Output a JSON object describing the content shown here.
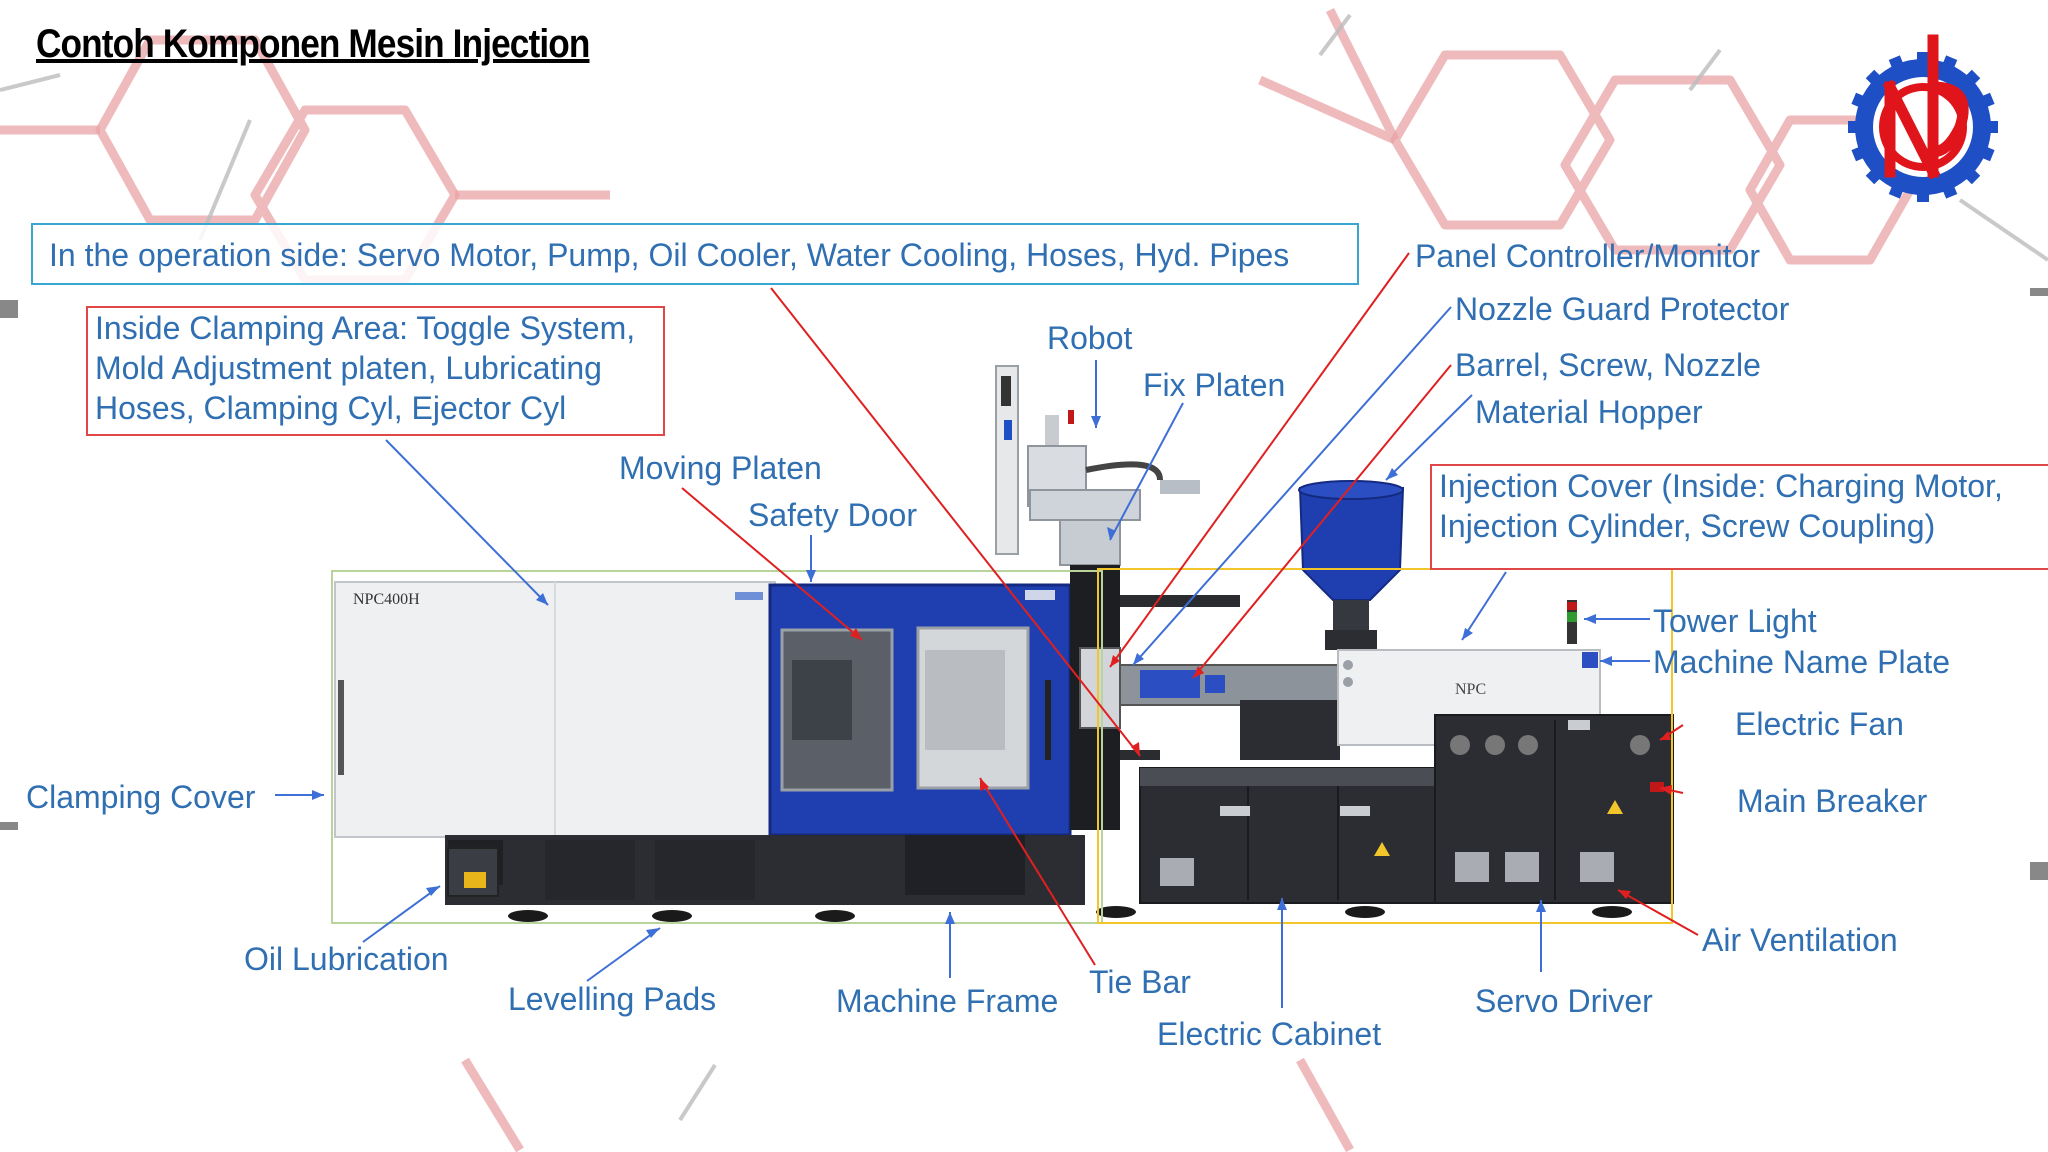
{
  "title": "Contoh Komponen Mesin Injection",
  "logo": {
    "name": "gear-logo",
    "letters": "NP",
    "colors": {
      "ring": "#1f4fc4",
      "letters": "#e0141b"
    }
  },
  "machine": {
    "model_label": "NPC400H",
    "brand_plate": "NPC"
  },
  "colors": {
    "label_text": "#2f6fb2",
    "accent_blue": "#1f3fb0",
    "cabinet": "#2b2d33",
    "frame_green": "#b8d49a",
    "frame_yellow": "#f2c52b",
    "leader_red": "#e02020",
    "leader_blue": "#3e6fd6"
  },
  "notes": {
    "operation_side": "In the operation side: Servo Motor, Pump, Oil Cooler, Water Cooling, Hoses, Hyd. Pipes",
    "clamping_area": [
      "Inside Clamping Area: Toggle System,",
      "Mold Adjustment platen, Lubricating",
      "Hoses, Clamping Cyl, Ejector Cyl"
    ],
    "injection_cover": [
      "Injection Cover (Inside: Charging Motor,",
      "Injection Cylinder, Screw Coupling)"
    ]
  },
  "labels": {
    "panel_controller": "Panel Controller/Monitor",
    "nozzle_guard": "Nozzle Guard Protector",
    "barrel": "Barrel, Screw, Nozzle",
    "hopper": "Material Hopper",
    "robot": "Robot",
    "fix_platen": "Fix Platen",
    "moving_platen": "Moving Platen",
    "safety_door": "Safety Door",
    "tower_light": "Tower Light",
    "name_plate": "Machine Name Plate",
    "electric_fan": "Electric Fan",
    "main_breaker": "Main Breaker",
    "clamping_cover": "Clamping Cover",
    "oil_lubrication": "Oil Lubrication",
    "levelling_pads": "Levelling Pads",
    "machine_frame": "Machine Frame",
    "tie_bar": "Tie Bar",
    "electric_cabinet": "Electric Cabinet",
    "servo_driver": "Servo Driver",
    "air_ventilation": "Air Ventilation"
  }
}
